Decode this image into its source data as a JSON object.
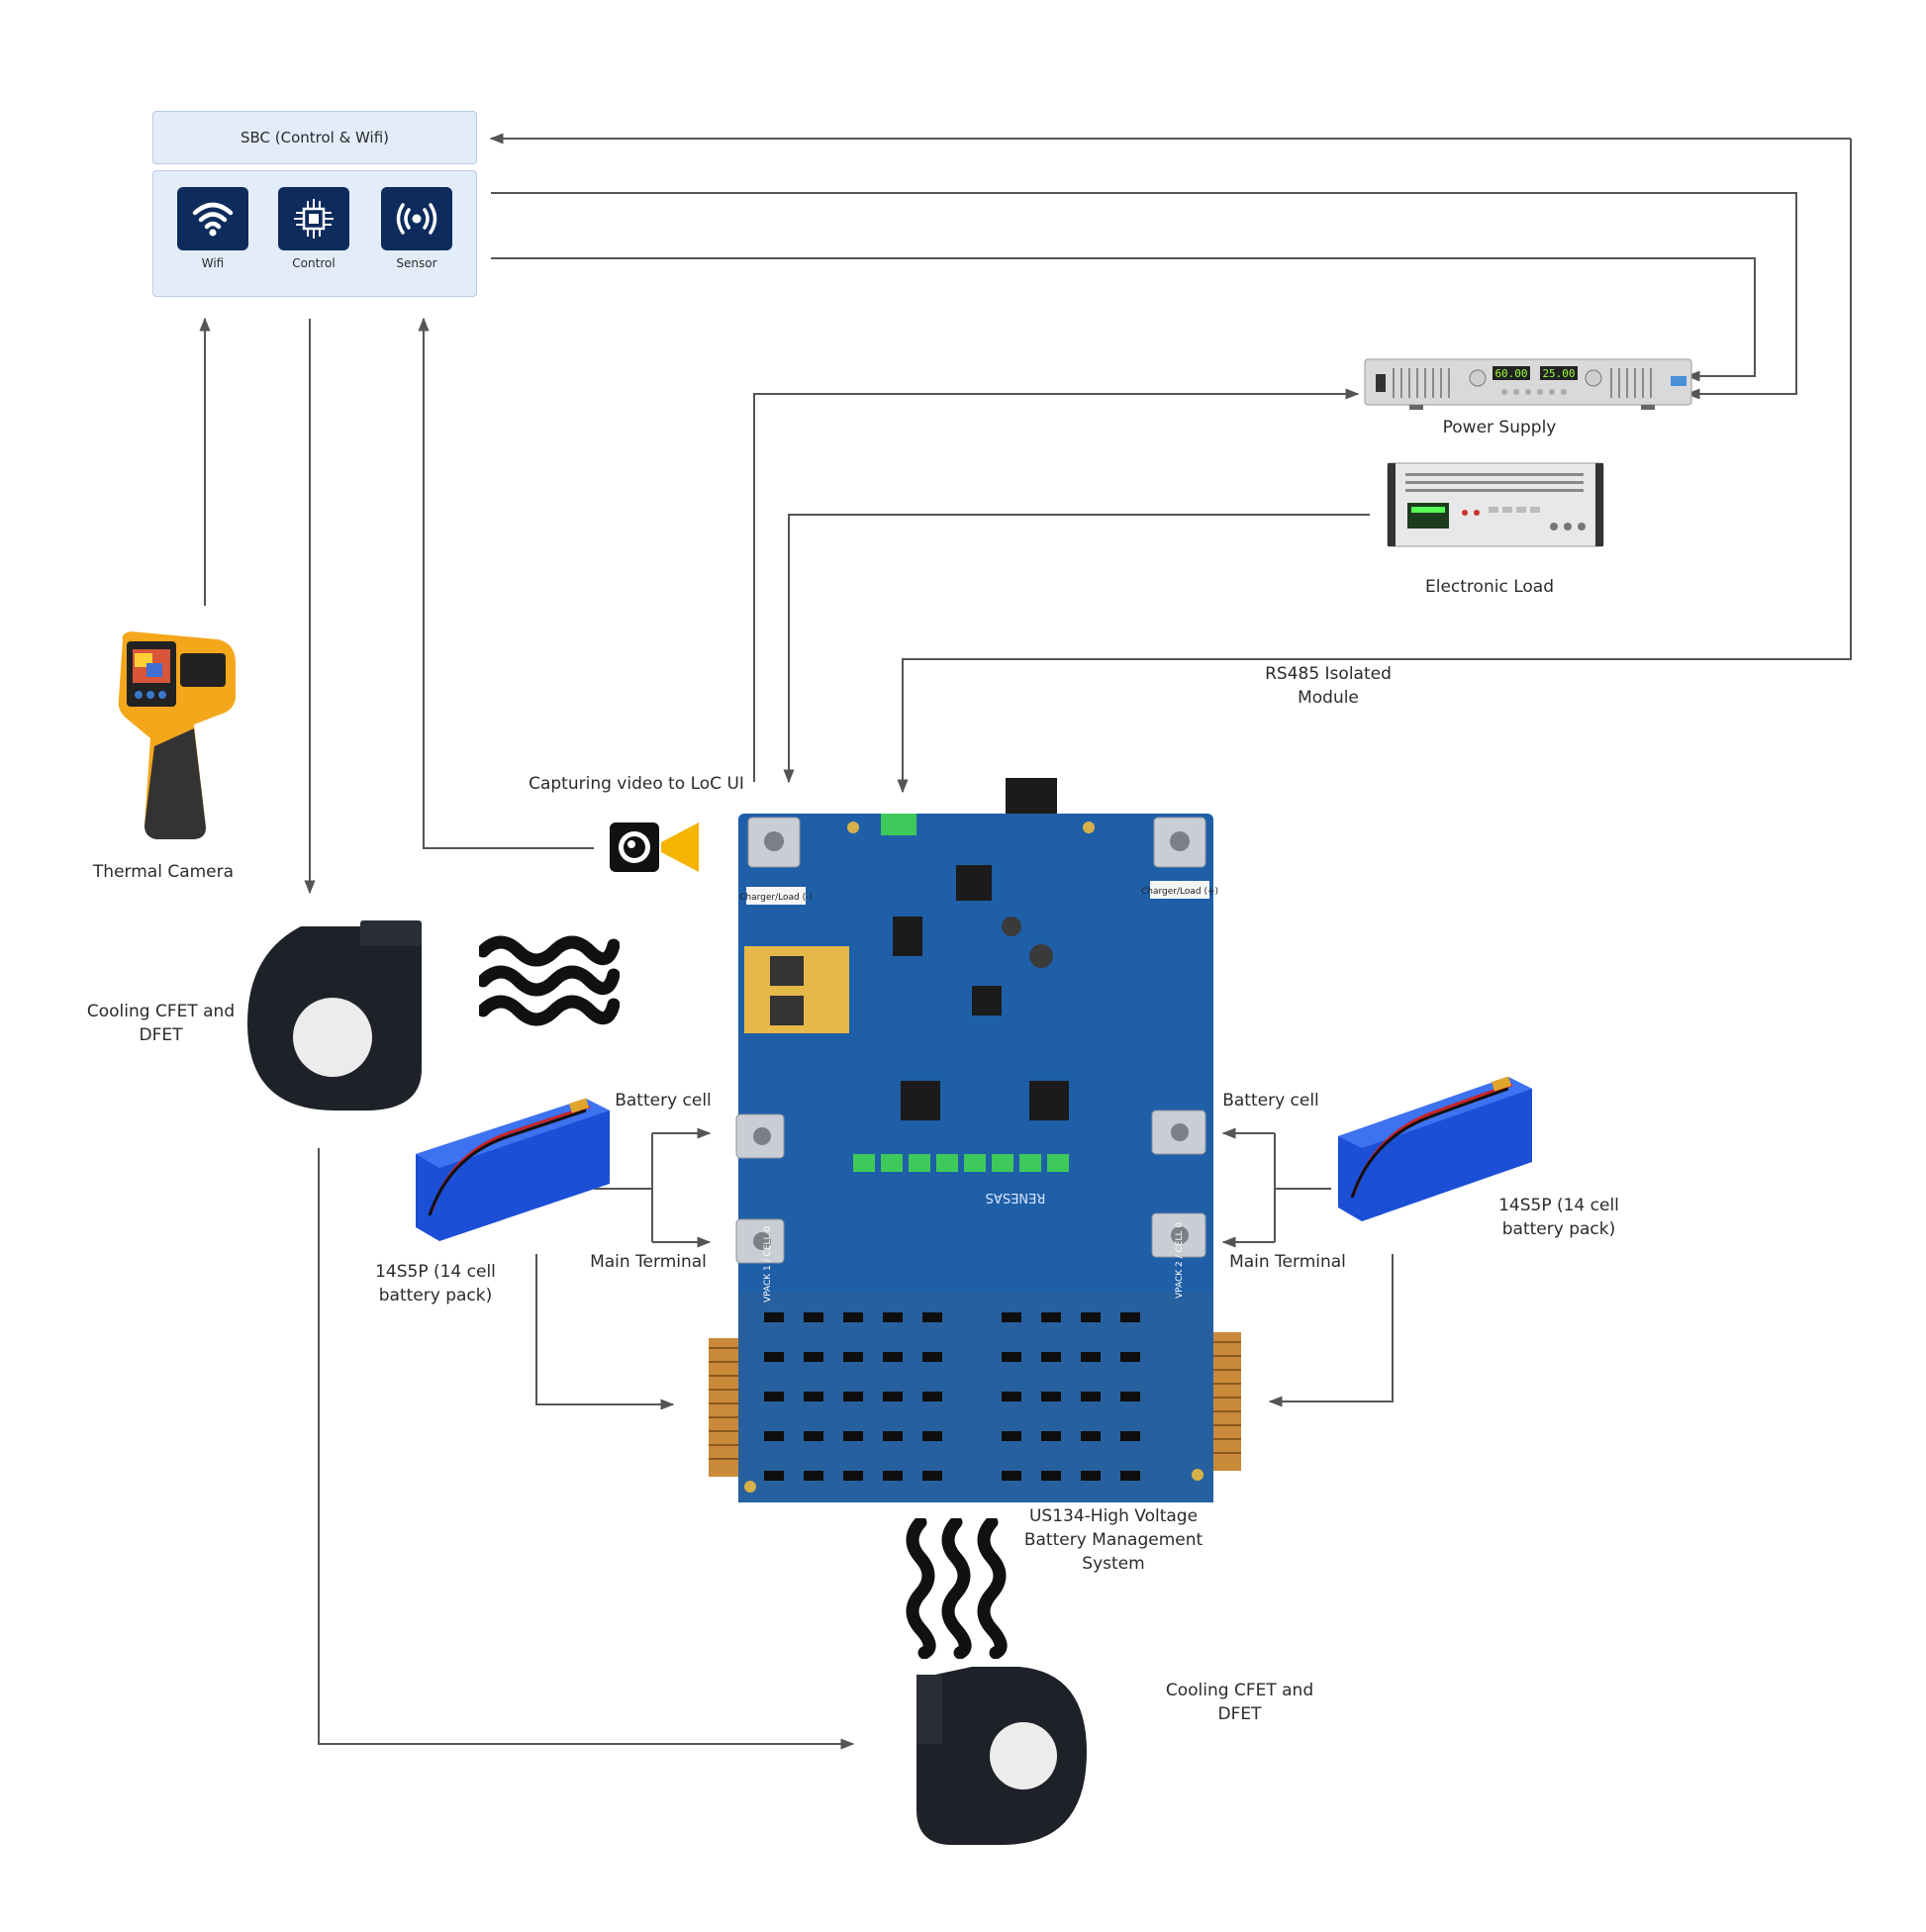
{
  "sbc": {
    "title": "SBC (Control & Wifi)",
    "tiles": [
      {
        "label": "Wifi",
        "icon": "wifi-icon"
      },
      {
        "label": "Control",
        "icon": "chip-icon"
      },
      {
        "label": "Sensor",
        "icon": "sensor-icon"
      }
    ]
  },
  "labels": {
    "power_supply": "Power Supply",
    "electronic_load": "Electronic Load",
    "rs485": "RS485 Isolated Module",
    "capturing_video": "Capturing video to LoC UI",
    "thermal_camera": "Thermal Camera",
    "cooling_left": "Cooling CFET and DFET",
    "cooling_bottom": "Cooling CFET and DFET",
    "battery_cell_left": "Battery cell",
    "battery_cell_right": "Battery cell",
    "main_terminal_left": "Main Terminal",
    "main_terminal_right": "Main Terminal",
    "pack_left": "14S5P (14 cell battery pack)",
    "pack_right": "14S5P (14 cell battery pack)",
    "bms": "US134-High Voltage Battery Management System"
  },
  "psu_display": {
    "v": "60.00",
    "a": "25.00"
  },
  "board_text": {
    "brand": "RENESAS",
    "left_term": "Charger/Load (-)",
    "right_term": "Charger/Load (+)",
    "vpack1": "VPACK 1 / CELL 0",
    "vpack2": "VPACK 2 / CELL 0"
  },
  "colors": {
    "line": "#555555",
    "sbc_bg": "#e3ecf9",
    "tile": "#0d2b5c",
    "board": "#1f5fa8",
    "battery": "#1a4fd6",
    "yellow": "#f4b400"
  }
}
